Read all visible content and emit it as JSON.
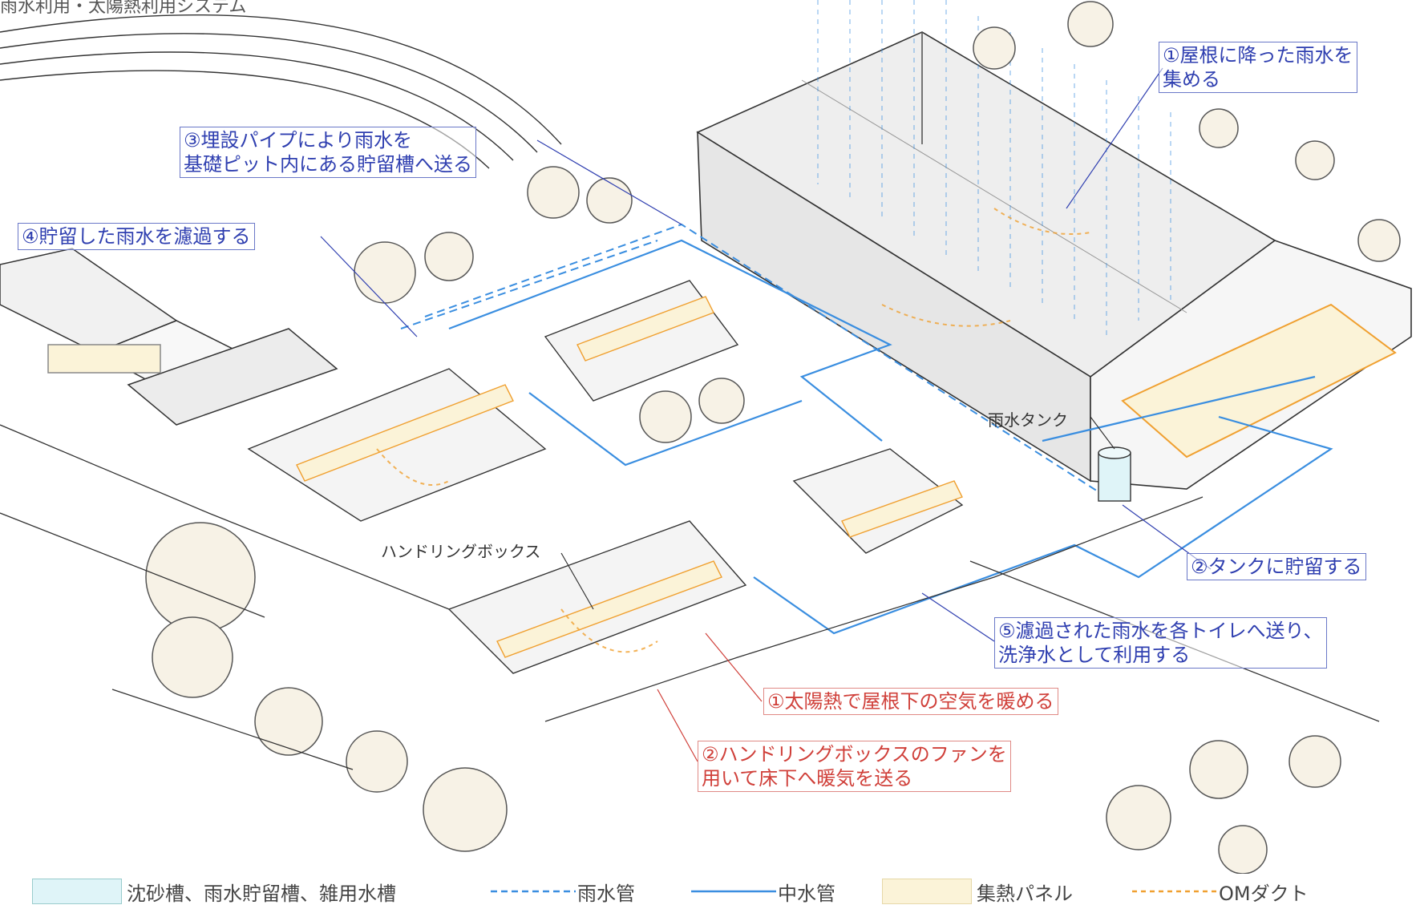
{
  "title_partial": "雨水利用・太陽熱利用システム",
  "colors": {
    "rainwater": "#3a8ee0",
    "greywater": "#3a8ee0",
    "tank_fill": "#dff4f8",
    "collector_fill": "#fbf3d8",
    "om_duct": "#f0a030",
    "blue_callout": "#2f3fb0",
    "red_callout": "#d0403a"
  },
  "callouts": {
    "roof_collect": [
      "①屋根に降った雨水を",
      "集める"
    ],
    "buried_pipe": [
      "③埋設パイプにより雨水を",
      "基礎ピット内にある貯留槽へ送る"
    ],
    "filter": "④貯留した雨水を濾過する",
    "tank_store": "②タンクに貯留する",
    "toilet": [
      "⑤濾過された雨水を各トイレへ送り、",
      "洗浄水として利用する"
    ],
    "solar_heat": "①太陽熱で屋根下の空気を暖める",
    "handling_fan": [
      "②ハンドリングボックスのファンを",
      "用いて床下へ暖気を送る"
    ]
  },
  "labels": {
    "rain_tank": "雨水タンク",
    "handling_box": "ハンドリングボックス"
  },
  "legend": [
    {
      "key": "tanks",
      "text": "沈砂槽、雨水貯留槽、雑用水槽",
      "style": "fill-cyan"
    },
    {
      "key": "rain_pipe",
      "text": "雨水管",
      "style": "dashed-blue"
    },
    {
      "key": "grey_pipe",
      "text": "中水管",
      "style": "solid-blue"
    },
    {
      "key": "collector",
      "text": "集熱パネル",
      "style": "fill-cream"
    },
    {
      "key": "om_duct",
      "text": "OMダクト",
      "style": "dashed-orange"
    }
  ]
}
